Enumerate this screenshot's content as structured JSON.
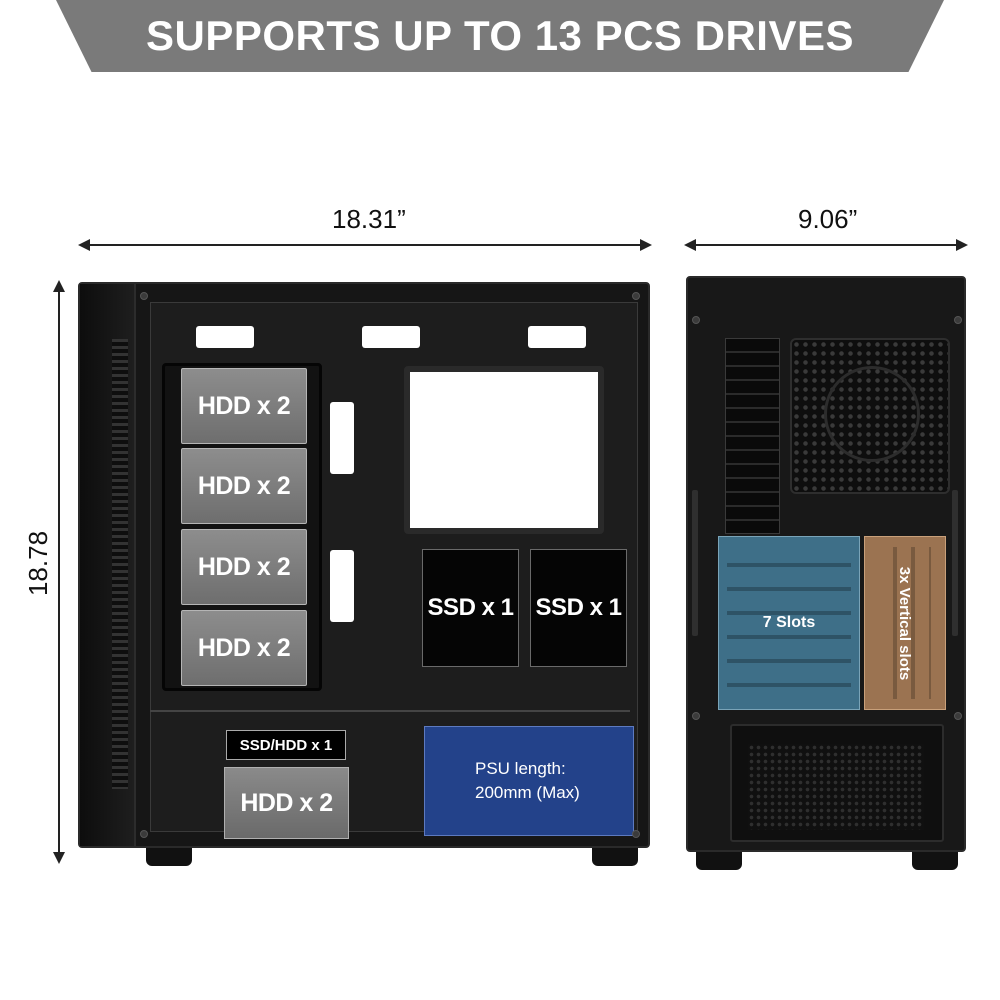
{
  "banner": {
    "title": "SUPPORTS UP TO 13 PCS DRIVES",
    "color": "#7a7a7a"
  },
  "dimensions": {
    "length": "18.31”",
    "width": "9.06”",
    "height": "18.78"
  },
  "side_view": {
    "hdd_trays": [
      "HDD x 2",
      "HDD x 2",
      "HDD x 2",
      "HDD x 2"
    ],
    "ssd_slots": [
      "SSD x 1",
      "SSD x 1"
    ],
    "ssd_hdd_label": "SSD/HDD x 1",
    "hdd_bottom": "HDD x 2",
    "psu": {
      "line1": "PSU length:",
      "line2": "200mm (Max)",
      "color": "#23428a"
    }
  },
  "rear_view": {
    "slots": {
      "label": "7 Slots",
      "color": "#3e6f88"
    },
    "vertical_slots": {
      "label": "3x Vertical slots",
      "color": "#9b7351"
    }
  }
}
